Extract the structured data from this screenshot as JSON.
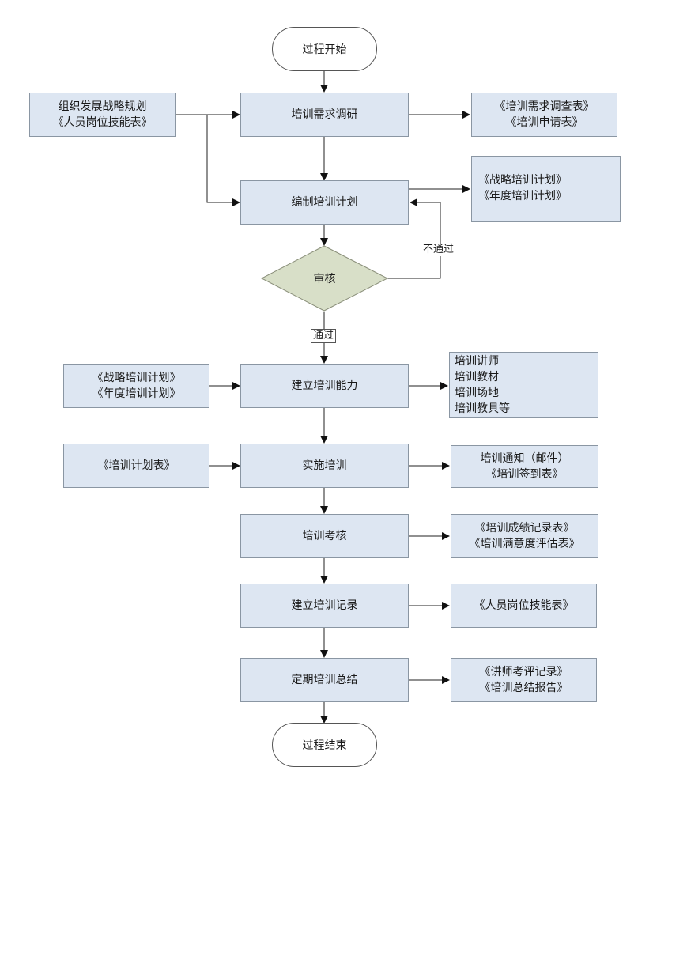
{
  "flow": {
    "start": "过程开始",
    "end": "过程结束",
    "steps": {
      "needs_survey": "培训需求调研",
      "compile_plan": "编制培训计划",
      "review": "审核",
      "build_capability": "建立培训能力",
      "implement": "实施培训",
      "assessment": "培训考核",
      "record": "建立培训记录",
      "summary": "定期培训总结"
    },
    "edge_labels": {
      "rejected": "不通过",
      "approved": "通过"
    }
  },
  "inputs": {
    "needs_survey": [
      "组织发展战略规划",
      "《人员岗位技能表》"
    ],
    "build_capability": [
      "《战略培训计划》",
      "《年度培训计划》"
    ],
    "implement": [
      "《培训计划表》"
    ]
  },
  "outputs": {
    "needs_survey": [
      "《培训需求调查表》",
      "《培训申请表》"
    ],
    "compile_plan": [
      "《战略培训计划》",
      "《年度培训计划》"
    ],
    "build_capability": [
      "培训讲师",
      "培训教材",
      "培训场地",
      "培训教具等"
    ],
    "implement": [
      "培训通知（邮件）",
      "《培训签到表》"
    ],
    "assessment": [
      "《培训成绩记录表》",
      "《培训满意度评估表》"
    ],
    "record": [
      "《人员岗位技能表》"
    ],
    "summary": [
      "《讲师考评记录》",
      "《培训总结报告》"
    ]
  },
  "colors": {
    "box_fill": "#dde6f2",
    "box_border": "#8a96a3",
    "diamond_fill": "#d8dfc8",
    "line": "#222222"
  }
}
